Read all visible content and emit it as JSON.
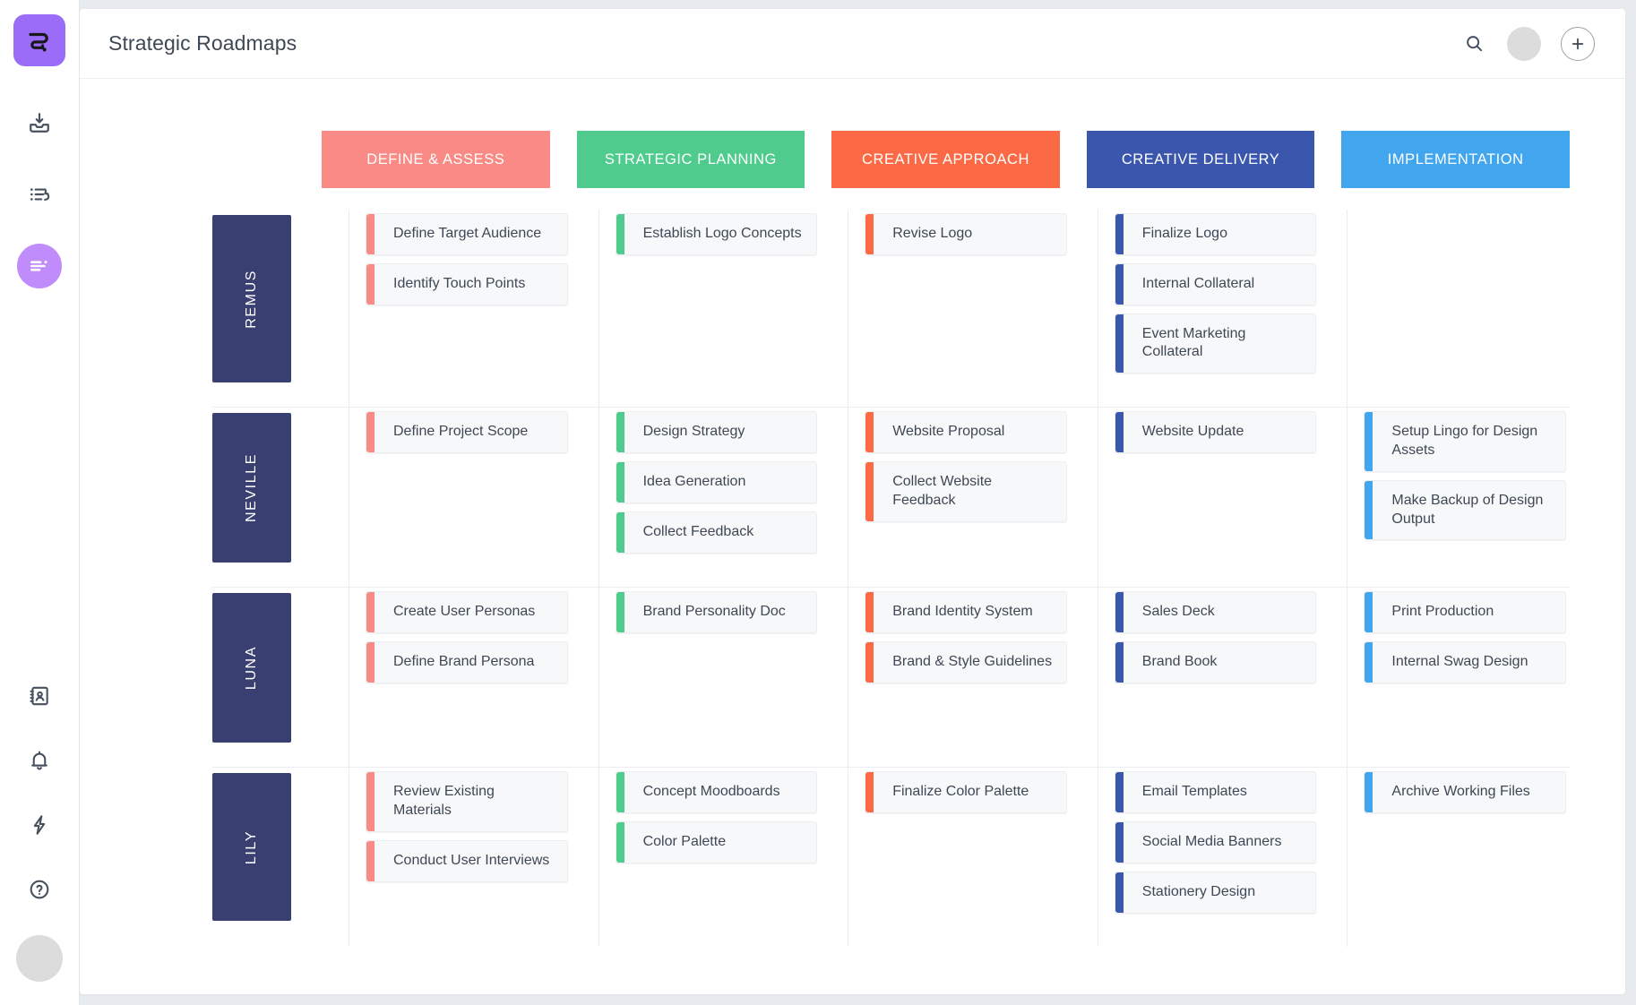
{
  "app": {
    "logo_icon": "app-logo-squiggle",
    "accent": "#9b6cf7"
  },
  "sidebar": {
    "items": [
      {
        "icon": "inbox-download-icon",
        "name": "inbox",
        "active": false
      },
      {
        "icon": "list-reply-icon",
        "name": "tasks",
        "active": false
      },
      {
        "icon": "roadmap-lines-icon",
        "name": "roadmaps",
        "active": true
      }
    ],
    "bottom_items": [
      {
        "icon": "contacts-book-icon",
        "name": "contacts"
      },
      {
        "icon": "bell-icon",
        "name": "notifications"
      },
      {
        "icon": "lightning-icon",
        "name": "automation"
      },
      {
        "icon": "help-circle-icon",
        "name": "help"
      }
    ],
    "avatar": "user-avatar"
  },
  "header": {
    "title": "Strategic Roadmaps",
    "search_icon": "search-icon",
    "avatar": "user-avatar",
    "add_label": "+",
    "add_icon": "plus-icon"
  },
  "board": {
    "columns": [
      {
        "label": "DEFINE & ASSESS",
        "color": "#f98a85"
      },
      {
        "label": "STRATEGIC PLANNING",
        "color": "#4ecb8d"
      },
      {
        "label": "CREATIVE APPROACH",
        "color": "#fb6a45"
      },
      {
        "label": "CREATIVE DELIVERY",
        "color": "#3b56ad"
      },
      {
        "label": "IMPLEMENTATION",
        "color": "#42a6ef"
      }
    ],
    "row_label_color": "#393f71",
    "rows": [
      {
        "label": "REMUS",
        "cells": [
          [
            "Define Target Audience",
            "Identify Touch Points"
          ],
          [
            "Establish Logo Concepts"
          ],
          [
            "Revise Logo"
          ],
          [
            "Finalize Logo",
            "Internal Collateral",
            "Event Marketing Collateral"
          ],
          []
        ]
      },
      {
        "label": "NEVILLE",
        "cells": [
          [
            "Define Project Scope"
          ],
          [
            "Design Strategy",
            "Idea Generation",
            "Collect Feedback"
          ],
          [
            "Website Proposal",
            "Collect Website Feedback"
          ],
          [
            "Website Update"
          ],
          [
            "Setup Lingo for Design Assets",
            "Make Backup of Design Output"
          ]
        ]
      },
      {
        "label": "LUNA",
        "cells": [
          [
            "Create User Personas",
            "Define Brand Persona"
          ],
          [
            "Brand Personality Doc"
          ],
          [
            "Brand Identity System",
            "Brand & Style Guidelines"
          ],
          [
            "Sales Deck",
            "Brand Book"
          ],
          [
            "Print Production",
            "Internal Swag Design"
          ]
        ]
      },
      {
        "label": "LILY",
        "cells": [
          [
            "Review Existing Materials",
            "Conduct User Interviews"
          ],
          [
            "Concept Moodboards",
            "Color Palette"
          ],
          [
            "Finalize Color Palette"
          ],
          [
            "Email Templates",
            "Social Media Banners",
            "Stationery Design"
          ],
          [
            "Archive Working Files"
          ]
        ]
      }
    ]
  }
}
